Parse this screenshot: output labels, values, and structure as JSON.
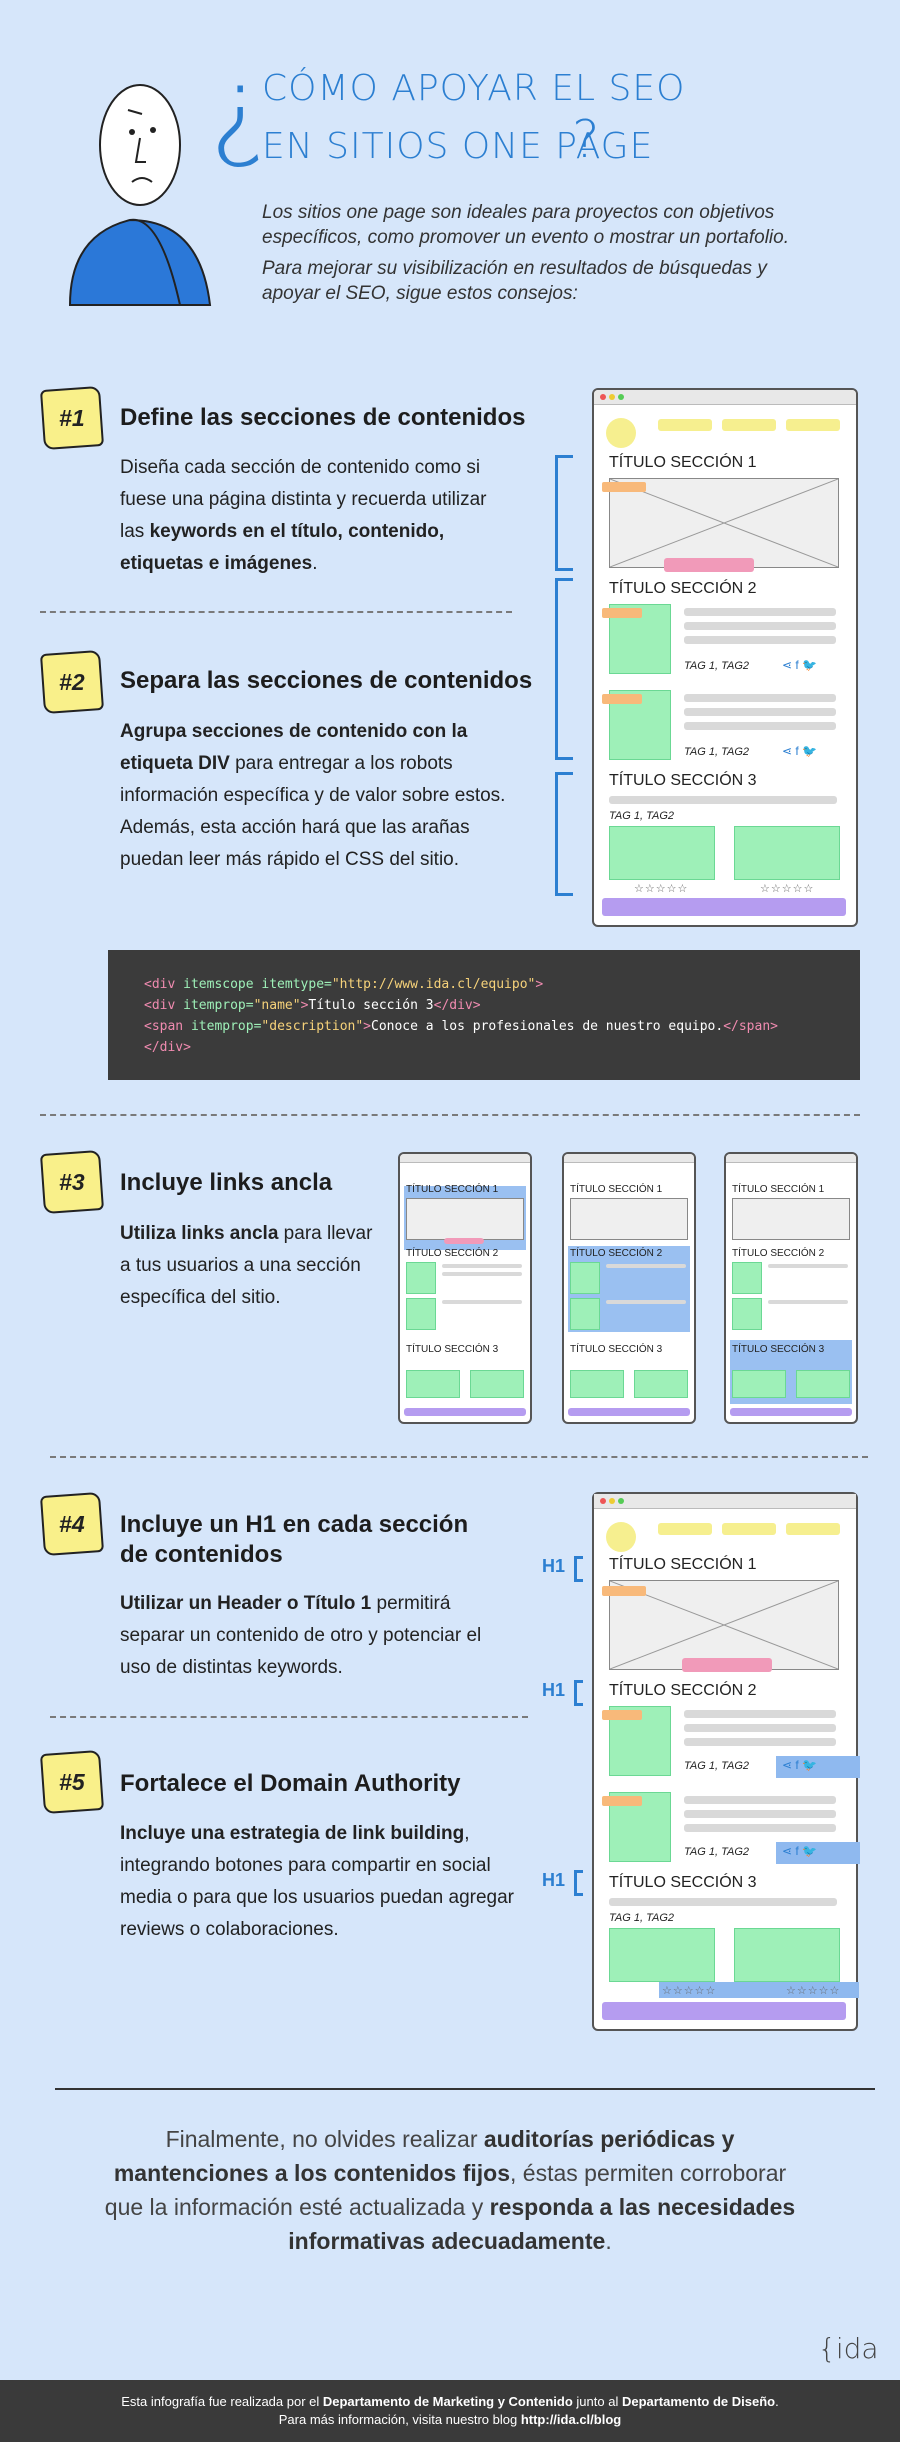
{
  "header": {
    "q_open": "¿",
    "title_line1": "CÓMO APOYAR EL SEO",
    "title_line2": "EN SITIOS ONE PAGE",
    "q_close": "?",
    "intro1": "Los sitios one page son ideales para proyectos con objetivos específicos, como promover un evento o mostrar un portafolio.",
    "intro2": "Para mejorar su visibilización en resultados de búsquedas y apoyar el SEO, sigue estos consejos:"
  },
  "tips": [
    {
      "num": "#1",
      "title": "Define las secciones de contenidos",
      "body_a": "Diseña cada sección de contenido como si fuese una página distinta y recuerda utilizar las ",
      "body_b": "keywords en el título, contenido, etiquetas e imágenes",
      "body_c": "."
    },
    {
      "num": "#2",
      "title": "Separa las secciones de contenidos",
      "body_b": "Agrupa secciones de contenido con la etiqueta DIV",
      "body_c": " para entregar a los robots información específica y de valor sobre estos. Además, esta acción hará que las arañas puedan leer más rápido el CSS del sitio."
    },
    {
      "num": "#3",
      "title": "Incluye links ancla",
      "body_b": "Utiliza links ancla",
      "body_c": " para llevar a tus usuarios a una sección específica del sitio."
    },
    {
      "num": "#4",
      "title": "Incluye un H1 en cada sección de contenidos",
      "body_b": "Utilizar un Header o Título 1",
      "body_c": " permitirá separar un contenido de otro y potenciar el uso de distintas keywords."
    },
    {
      "num": "#5",
      "title": "Fortalece el Domain Authority",
      "body_b": "Incluye una estrategia de link building",
      "body_c": ", integrando botones para compartir en social media o para que los usuarios puedan agregar reviews o colaboraciones."
    }
  ],
  "mockup": {
    "sec1": "TÍTULO SECCIÓN 1",
    "sec2": "TÍTULO SECCIÓN 2",
    "sec3": "TÍTULO SECCIÓN 3",
    "tags": "TAG 1, TAG2",
    "stars": "☆☆☆☆☆",
    "h1": "H1"
  },
  "code": {
    "l1_tag": "<div",
    "l1_attr": " itemscope itemtype=",
    "l1_str": "\"http://www.ida.cl/equipo\"",
    "l1_end": ">",
    "l2_tag": "<div",
    "l2_attr": " itemprop=",
    "l2_str": "\"name\"",
    "l2_mid": ">",
    "l2_text": "Título sección 3",
    "l2_close": "</div>",
    "l3_tag": "<span",
    "l3_attr": " itemprop=",
    "l3_str": "\"description\"",
    "l3_mid": ">",
    "l3_text": "Conoce a los profesionales de nuestro equipo.",
    "l3_close": "</span>",
    "l4": "</div>"
  },
  "final": {
    "a": "Finalmente, no olvides realizar ",
    "b": "auditorías periódicas y mantenciones a los contenidos fijos",
    "c": ", éstas permiten corroborar que la información esté actualizada y ",
    "d": "responda a las necesidades informativas adecuadamente",
    "e": "."
  },
  "logo": "{ida",
  "footer": {
    "l1a": "Esta infografía fue realizada por el ",
    "l1b": "Departamento de Marketing y Contenido",
    "l1c": " junto al ",
    "l1d": "Departamento de Diseño",
    "l1e": ".",
    "l2a": "Para más información, visita nuestro blog ",
    "l2b": "http://ida.cl/blog"
  },
  "colors": {
    "accent": "#2c7fd1",
    "background": "#d6e6fa",
    "badge": "#f9f08a",
    "green": "#9ef0b8",
    "pink": "#f19ab9",
    "purple": "#b59cf0"
  }
}
